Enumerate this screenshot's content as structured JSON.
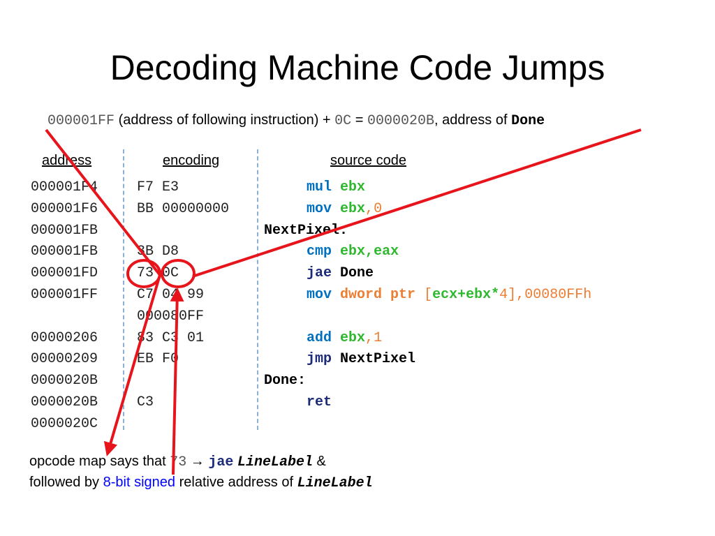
{
  "slide": {
    "title": "Decoding Machine Code Jumps"
  },
  "formula": {
    "addr": "000001FF",
    "text1": " (address of following instruction) + ",
    "offset": "0C",
    "eq": " = ",
    "result": "0000020B",
    "text2": ", address of ",
    "target": "Done"
  },
  "headers": {
    "address": "address",
    "encoding": "encoding",
    "source": "source code"
  },
  "listing": {
    "addresses": [
      "000001F4",
      "000001F6",
      "000001FB",
      "000001FB",
      "000001FD",
      "000001FF",
      "",
      "00000206",
      "00000209",
      "0000020B",
      "0000020B",
      "0000020C"
    ],
    "encodings": [
      "F7 E3",
      "BB 00000000",
      "",
      "3B D8",
      "73 0C",
      "C7 04 99",
      "000080FF",
      "83 C3 01",
      "EB F0",
      "",
      "C3",
      ""
    ]
  },
  "source": {
    "l0_op": "mul",
    "l0_reg": "ebx",
    "l1_op": "mov",
    "l1_reg": "ebx",
    "l1_comma": ",",
    "l1_num": "0",
    "l2_label": "NextPixel:",
    "l3_op": "cmp",
    "l3_reg1": "ebx",
    "l3_comma": ",",
    "l3_reg2": "eax",
    "l4_op": "jae",
    "l4_target": "Done",
    "l5_op": "mov",
    "l5_size": "dword ptr",
    "l5_lb": "[",
    "l5_r1": "ecx",
    "l5_plus": "+",
    "l5_r2": "ebx",
    "l5_star": "*",
    "l5_scale": "4",
    "l5_rb": "],",
    "l5_imm": "00080FFh",
    "l7_op": "add",
    "l7_reg": "ebx",
    "l7_comma": ",",
    "l7_num": "1",
    "l8_op": "jmp",
    "l8_target": "NextPixel",
    "l9_label": "Done:",
    "l10_op": "ret"
  },
  "note": {
    "line1_a": "opcode map says that ",
    "line1_code": "73",
    "line1_arrow": " → ",
    "line1_op": "jae",
    "line1_label": "LineLabel",
    "line1_amp": " &",
    "line2_a": "followed by ",
    "line2_blue": "8-bit signed",
    "line2_b": " relative address of ",
    "line2_label": "LineLabel"
  },
  "colors": {
    "keyword": "#0070c0",
    "register": "#2db82d",
    "number": "#ed7d31",
    "annotation": "#e8141c",
    "separator": "#8cb0d8"
  }
}
